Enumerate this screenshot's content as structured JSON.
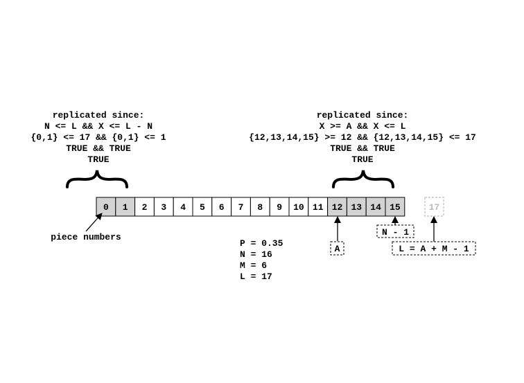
{
  "left_note": {
    "lines": [
      "replicated since:",
      "N <= L && X <= L - N",
      "{0,1} <= 17 && {0,1} <= 1",
      "TRUE && TRUE",
      "TRUE"
    ]
  },
  "right_note": {
    "lines": [
      "replicated since:",
      "X >= A && X <= L",
      "{12,13,14,15} >= 12 && {12,13,14,15} <= 17",
      "TRUE && TRUE",
      "TRUE"
    ]
  },
  "cells": [
    {
      "label": "0",
      "shaded": true
    },
    {
      "label": "1",
      "shaded": true
    },
    {
      "label": "2",
      "shaded": false
    },
    {
      "label": "3",
      "shaded": false
    },
    {
      "label": "4",
      "shaded": false
    },
    {
      "label": "5",
      "shaded": false
    },
    {
      "label": "6",
      "shaded": false
    },
    {
      "label": "7",
      "shaded": false
    },
    {
      "label": "8",
      "shaded": false
    },
    {
      "label": "9",
      "shaded": false
    },
    {
      "label": "10",
      "shaded": false
    },
    {
      "label": "11",
      "shaded": false
    },
    {
      "label": "12",
      "shaded": true
    },
    {
      "label": "13",
      "shaded": true
    },
    {
      "label": "14",
      "shaded": true
    },
    {
      "label": "15",
      "shaded": true
    }
  ],
  "ghost_cell": "17",
  "piece_numbers_label": "piece numbers",
  "labels": {
    "a": "A",
    "n_minus_1": "N - 1",
    "l_formula": "L = A + M - 1"
  },
  "params": [
    "P = 0.35",
    "N = 16",
    "M = 6",
    "L = 17"
  ],
  "colors": {
    "shaded": "#d3d3d3",
    "stroke": "#000000",
    "ghost": "#bbbbbb"
  }
}
